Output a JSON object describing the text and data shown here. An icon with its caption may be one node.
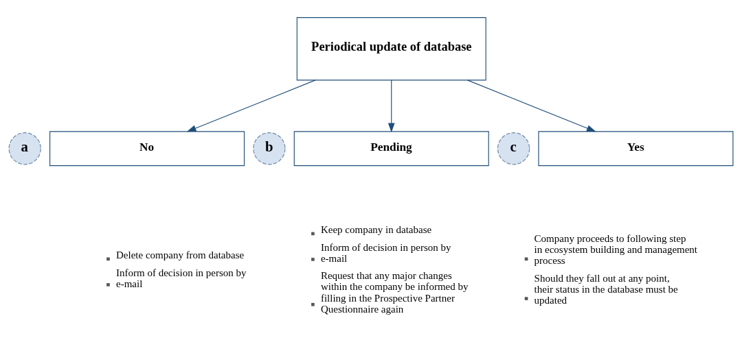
{
  "diagram": {
    "nodes": [
      {
        "text": [
          "Periodical update of database"
        ]
      },
      {
        "text": [
          "No"
        ],
        "beside": [
          "Delete company from database",
          "Inform of decision in person by e-mail"
        ]
      },
      {
        "text": [
          "a"
        ]
      },
      {
        "text": [
          "Pending"
        ],
        "beside": [
          "Keep company in database",
          "Inform of decision in person by e-mail",
          "Request that any major changes within the company be informed by filling in the Prospective Partner Questionnaire again"
        ]
      },
      {
        "text": [
          "b"
        ]
      },
      {
        "text": [
          "Yes"
        ],
        "beside": [
          "Company proceeds to following step in ecosystem building and management process",
          "Should they fall out at any point, their status in the database must be updated"
        ]
      },
      {
        "text": [
          "c"
        ]
      }
    ],
    "edges": [
      {
        "from": 0,
        "to": 1,
        "arrow": "to"
      },
      {
        "from": 0,
        "to": 3,
        "arrow": "to"
      },
      {
        "from": 0,
        "to": 5,
        "arrow": "to"
      }
    ]
  }
}
